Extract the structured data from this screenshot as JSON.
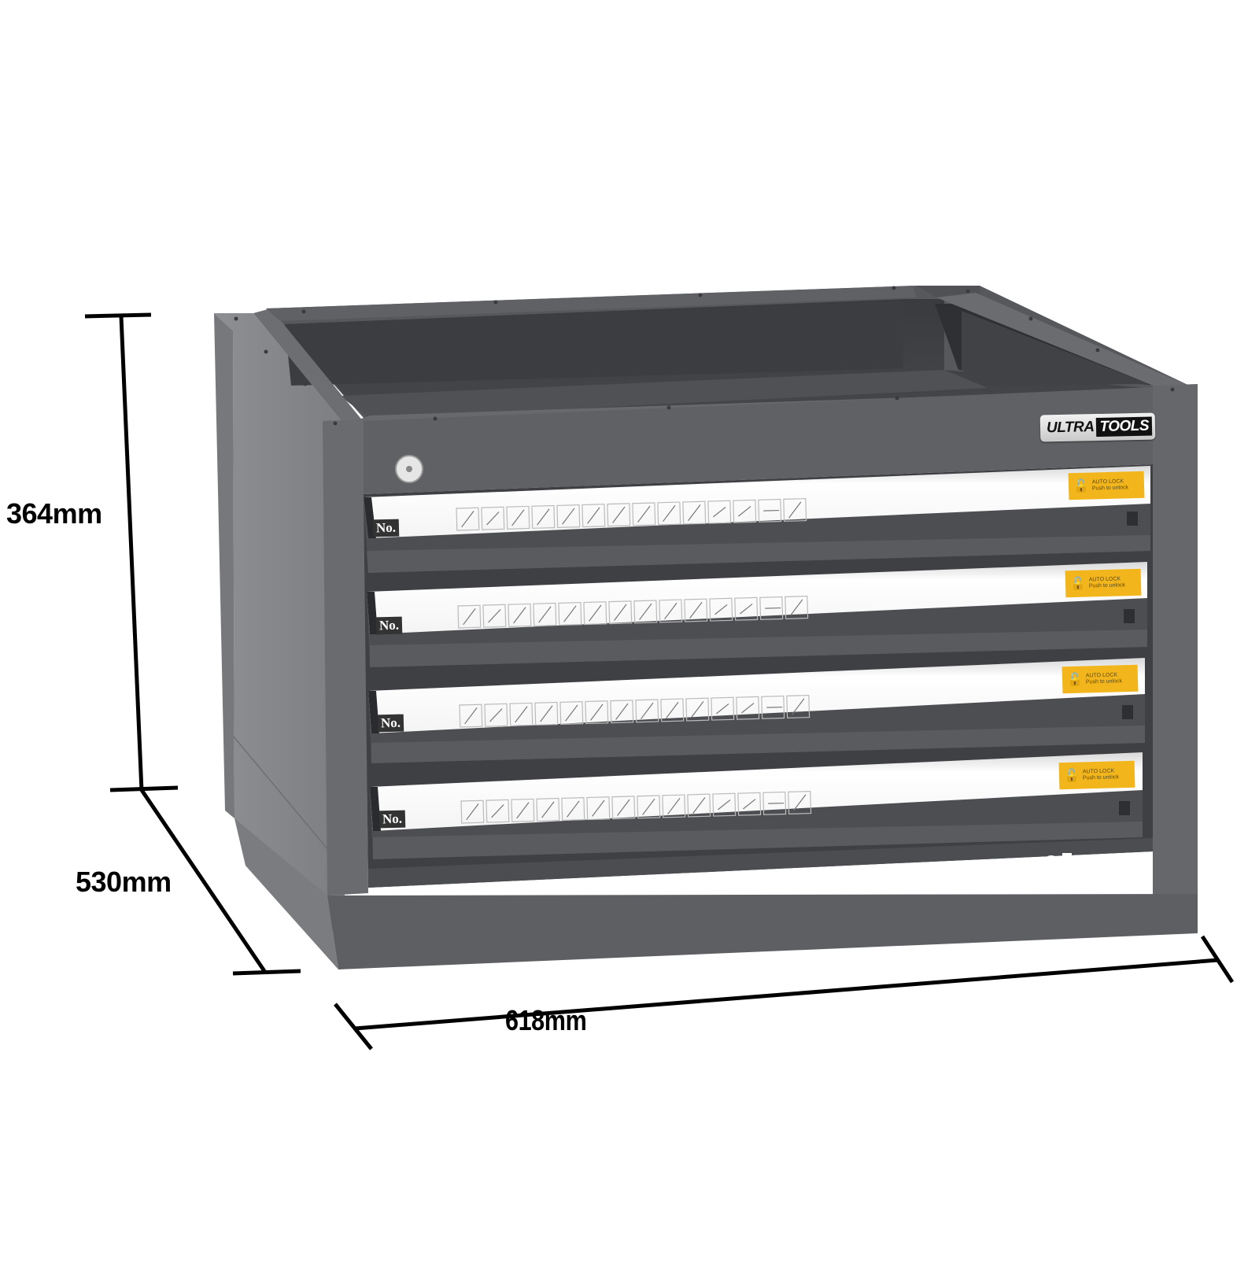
{
  "product": {
    "brand_word1": "ULTRA",
    "brand_word2": "TOOLS",
    "drawer_count": 4,
    "drawer_label_prefix": "No.",
    "lock_label_title": "AUTO LOCK",
    "lock_label_sub": "Push to unlock",
    "body_color": "#5e5f63",
    "side_color": "#8a8b8f",
    "label_yellow": "#f2b51c"
  },
  "dimensions": {
    "height": "364mm",
    "depth": "530mm",
    "width": "618mm"
  },
  "drawers": [
    {
      "label": "No.",
      "lock_title": "AUTO LOCK",
      "lock_sub": "Push to unlock"
    },
    {
      "label": "No.",
      "lock_title": "AUTO LOCK",
      "lock_sub": "Push to unlock"
    },
    {
      "label": "No.",
      "lock_title": "AUTO LOCK",
      "lock_sub": "Push to unlock"
    },
    {
      "label": "No.",
      "lock_title": "AUTO LOCK",
      "lock_sub": "Push to unlock"
    }
  ]
}
